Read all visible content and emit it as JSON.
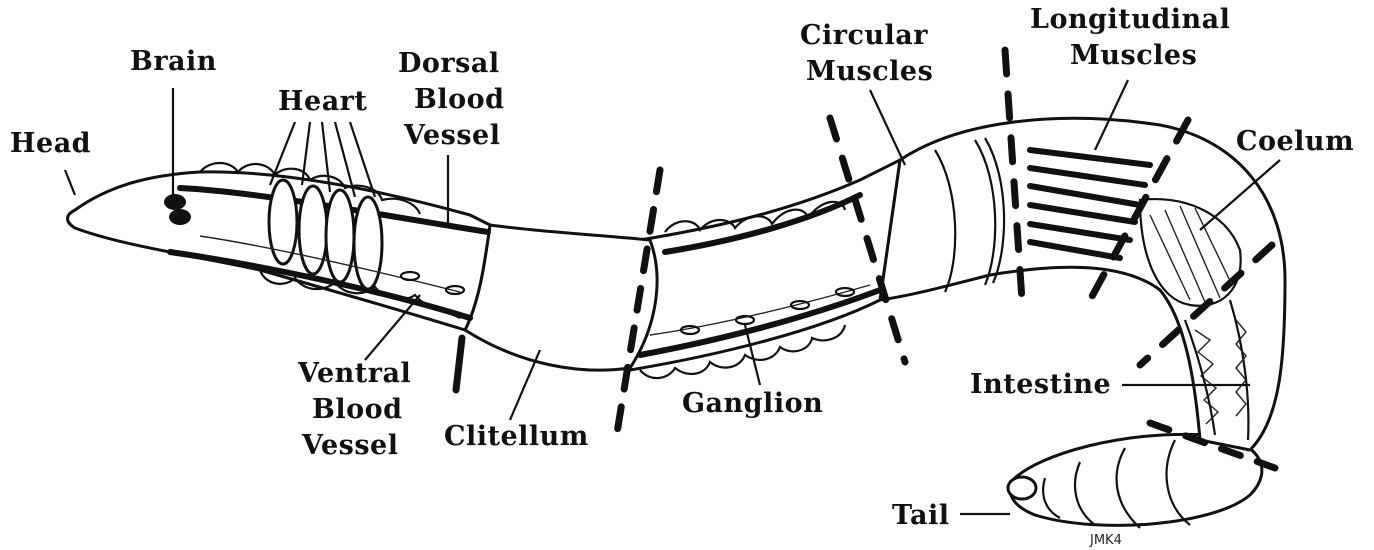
{
  "diagram": {
    "labels": {
      "head": "Head",
      "brain": "Brain",
      "heart": "Heart",
      "dorsal_vessel": [
        "Dorsal",
        "Blood",
        "Vessel"
      ],
      "ventral_vessel": [
        "Ventral",
        "Blood",
        "Vessel"
      ],
      "clitellum": "Clitellum",
      "ganglion": "Ganglion",
      "circular_muscles": [
        "Circular",
        "Muscles"
      ],
      "longitudinal_muscles": [
        "Longitudinal",
        "Muscles"
      ],
      "coelum": "Coelum",
      "intestine": "Intestine",
      "tail": "Tail"
    },
    "signature": "JMK4"
  }
}
